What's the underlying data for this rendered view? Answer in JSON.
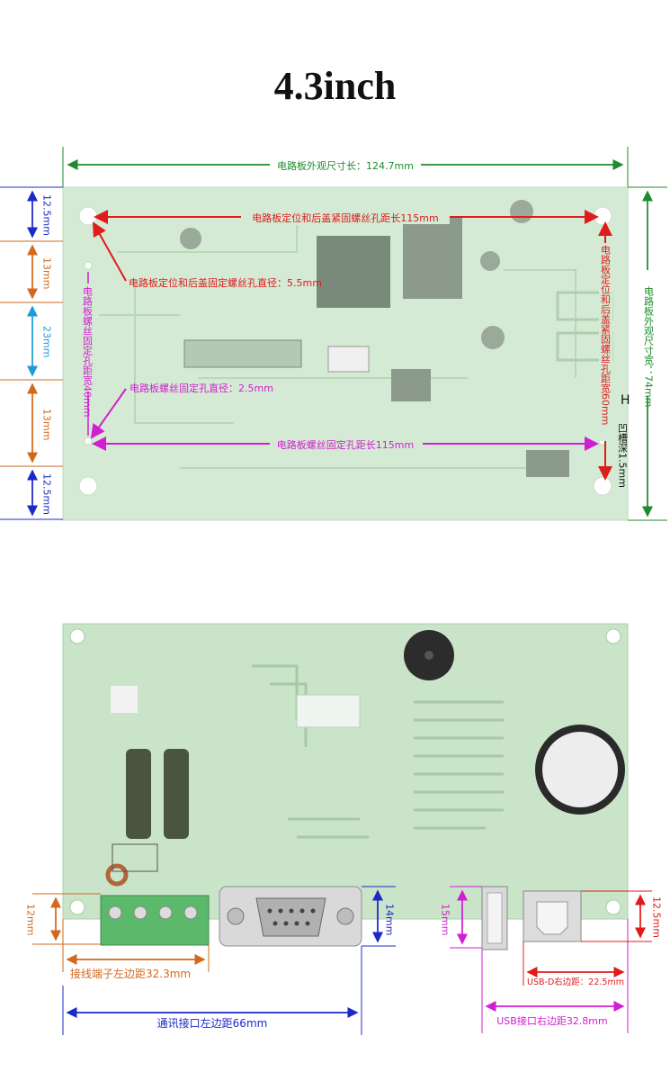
{
  "title": "4.3inch",
  "colors": {
    "green": "#1e8c2e",
    "red": "#e01b1b",
    "magenta": "#d21ed2",
    "blue": "#1d28c8",
    "orange": "#d2691e",
    "cyan": "#1d9bd6",
    "board": "#cfe6cf"
  },
  "top_view": {
    "board_length": "电路板外观尺寸长：124.7mm",
    "board_width": "电路板外观尺寸宽：74mm",
    "mount_hole_pitch_length": "电路板定位和后盖紧固螺丝孔距长115mm",
    "mount_hole_diameter": "电路板定位和后盖固定螺丝孔直径：5.5mm",
    "mount_hole_pitch_width": "电路板定位和后盖紧固螺丝孔距宽60mm",
    "screw_hole_diameter": "电路板螺丝固定孔直径：2.5mm",
    "screw_hole_pitch_length": "电路板螺丝固定孔距长115mm",
    "screw_hole_pitch_width": "电路板螺丝固定孔距宽40mm",
    "slot_mark": "H",
    "slot_depth": "凹槽深1.5mm",
    "left_dims": [
      "12.5mm",
      "13mm",
      "23mm",
      "13mm",
      "12.5mm"
    ]
  },
  "bottom_view": {
    "terminal_height": "12mm",
    "terminal_left": "接线端子左边距32.3mm",
    "db9_height": "14mm",
    "db9_left": "通讯接口左边距66mm",
    "usb_a_height": "15mm",
    "usb_a_right": "USB接口右边距32.8mm",
    "usb_b_height": "12.5mm",
    "usb_b_right": "USB-D右边距：22.5mm"
  }
}
